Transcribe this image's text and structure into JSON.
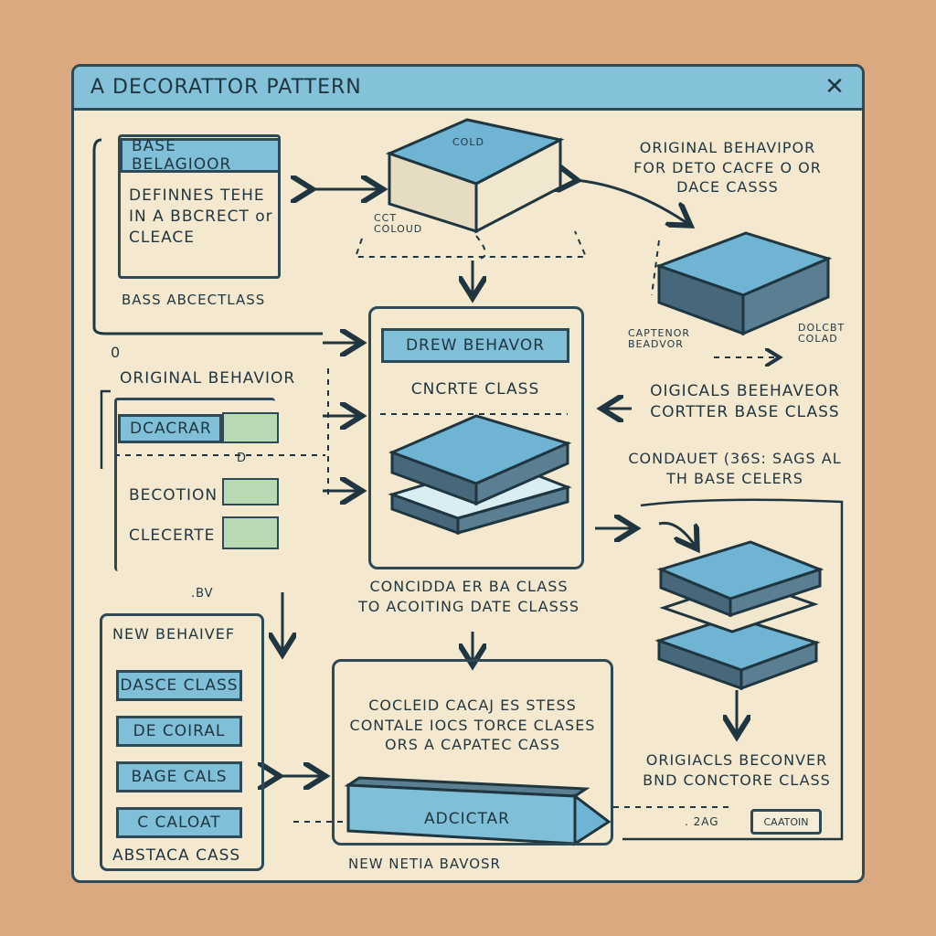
{
  "window": {
    "title": "A  DECORATTOR PATTERN",
    "close_label": "✕"
  },
  "top_left": {
    "header": "BASE BELAGIOOR",
    "body": "DEFINNES TEHE\nIN A BBCRECT or\nCLEACE",
    "caption": "BASS ABCECTLASS"
  },
  "top_center": {
    "cube_label": "COLD",
    "small_label": "CCT\nCOLOUD"
  },
  "top_right": {
    "text": "ORIGINAL BEHAVIPOR\nFOR DETO CACFE O OR\nDACE CASSS",
    "caption_left": "CAPTENOR\nBEADVOR",
    "caption_right": "DOLCBT\nCOLAD"
  },
  "middle_left": {
    "mark": "0",
    "heading": "ORIGINAL BEHAVIOR",
    "items": [
      "DCACRAR",
      "BECOTION",
      "CLECERTE"
    ],
    "small_mark": "D"
  },
  "middle_center": {
    "header": "DREW BEHAVOR",
    "subtitle": "CNCRTE CLASS"
  },
  "middle_right": {
    "text": "OIGICALS BEEHAVEOR\nCORTTER BASE CLASS",
    "text2": "CONDAUET (36S: SAGS AL\nTH BASE CELERS"
  },
  "middle_caption": {
    "text": "CONCIDDA ER BA CLASS\nTO ACOITING DATE CLASSS"
  },
  "bottom_left": {
    "mark": ".BV",
    "heading": "NEW BEHAIVEF",
    "items": [
      "DASCE CLASS",
      "DE COIRAL",
      "BAGE CALS",
      "C CALOAT"
    ],
    "caption": "ABSTACA CASS"
  },
  "bottom_center": {
    "text": "COCLEID CACAJ ES STESS\nCONTALE IOCS TORCE CLASES\nORS A CAPATEC CASS",
    "arrow_label": "ADCICTAR",
    "caption": "NEW NETIA BAVOSR"
  },
  "bottom_right": {
    "text": "ORIGIACLS BECONVER\nBND CONCTORE CLASS",
    "small_text": ". 2AG",
    "tag": "CAATOIN"
  },
  "colors": {
    "background": "#dba97f",
    "panel": "#f4e8cf",
    "accent_blue": "#84c2da",
    "line": "#2e4a56",
    "green": "#b9d8b4"
  }
}
